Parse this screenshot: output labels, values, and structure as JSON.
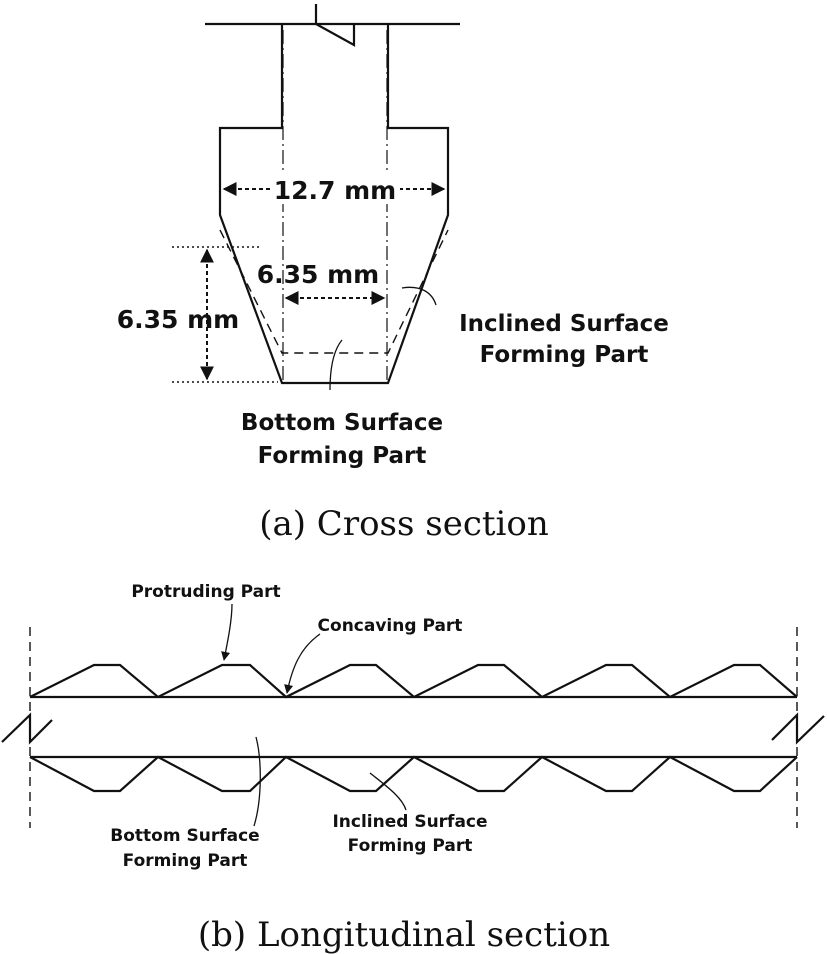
{
  "cross_section": {
    "dim_width_top": "12.7 mm",
    "dim_width_bottom": "6.35 mm",
    "dim_height": "6.35 mm",
    "label_inclined_line1": "Inclined Surface",
    "label_inclined_line2": "Forming Part",
    "label_bottom_line1": "Bottom Surface",
    "label_bottom_line2": "Forming Part",
    "caption": "(a) Cross section"
  },
  "longitudinal_section": {
    "label_protruding": "Protruding Part",
    "label_concaving": "Concaving Part",
    "label_bottom_line1": "Bottom Surface",
    "label_bottom_line2": "Forming Part",
    "label_inclined_line1": "Inclined Surface",
    "label_inclined_line2": "Forming Part",
    "caption": "(b) Longitudinal section"
  }
}
